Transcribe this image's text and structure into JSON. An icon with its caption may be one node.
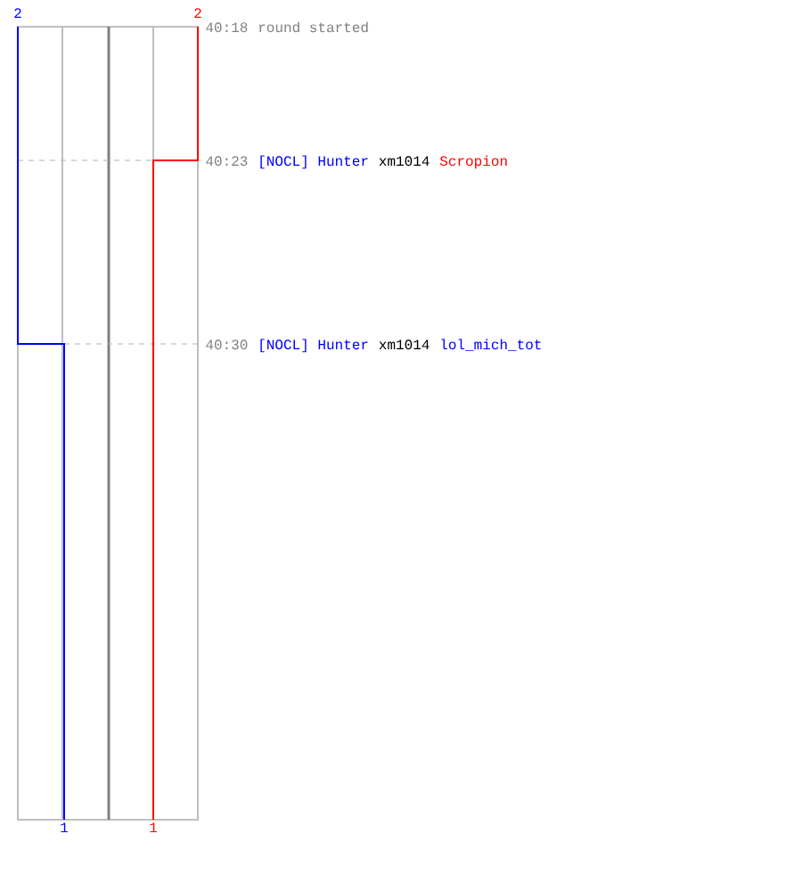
{
  "diagram": {
    "labels": [
      "2",
      "2",
      "40:18",
      "round started",
      "40:23",
      "[NOCL] Hunter",
      "xm1014",
      "Scropion",
      "40:30",
      "[NOCL] Hunter",
      "xm1014",
      "lol_mich_tot",
      "1",
      "1"
    ]
  }
}
